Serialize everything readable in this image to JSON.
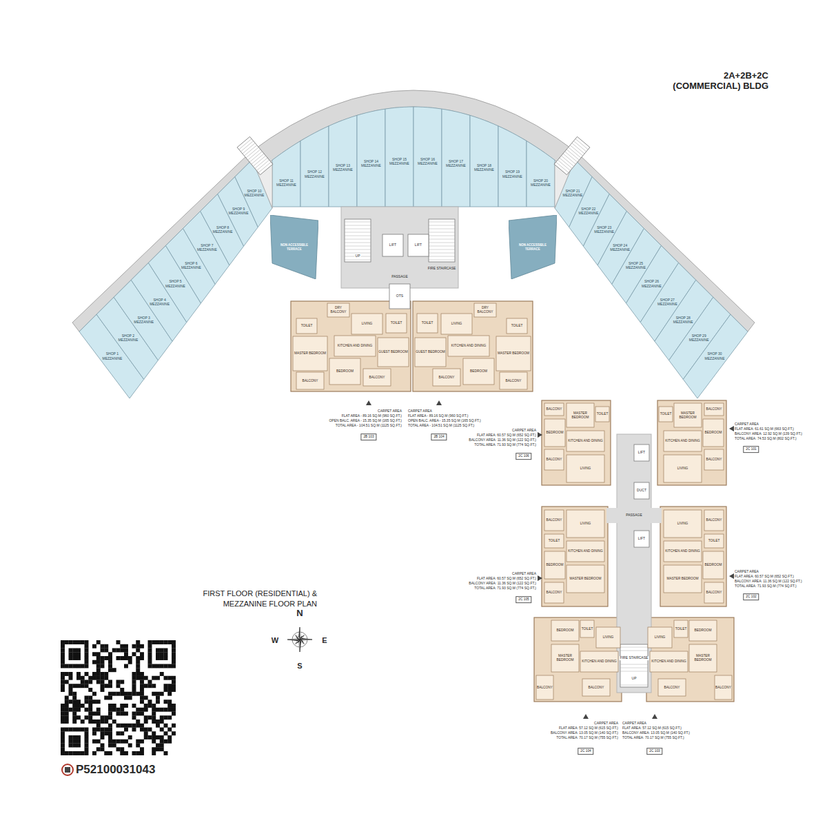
{
  "diagram": {
    "title": "FIRST FLOOR (RESIDENTIAL) & MEZZANINE FLOOR PLAN",
    "nodes": [
      {
        "text": [
          "SHOP 1",
          "MEZZANINE"
        ]
      },
      {
        "text": [
          "SHOP 2",
          "MEZZANINE"
        ]
      },
      {
        "text": [
          "SHOP 3",
          "MEZZANINE"
        ]
      },
      {
        "text": [
          "SHOP 4",
          "MEZZANINE"
        ]
      },
      {
        "text": [
          "SHOP 5",
          "MEZZANINE"
        ]
      },
      {
        "text": [
          "SHOP 6",
          "MEZZANINE"
        ]
      },
      {
        "text": [
          "SHOP 7",
          "MEZZANINE"
        ]
      },
      {
        "text": [
          "SHOP 8",
          "MEZZANINE"
        ]
      },
      {
        "text": [
          "SHOP 9",
          "MEZZANINE"
        ]
      },
      {
        "text": [
          "SHOP 10",
          "MEZZANINE"
        ]
      },
      {
        "text": [
          "SHOP 11",
          "MEZZANINE"
        ]
      },
      {
        "text": [
          "SHOP 12",
          "MEZZANINE"
        ]
      },
      {
        "text": [
          "SHOP 13",
          "MEZZANINE"
        ]
      },
      {
        "text": [
          "SHOP 14",
          "MEZZANINE"
        ]
      },
      {
        "text": [
          "SHOP 15",
          "MEZZANINE"
        ]
      },
      {
        "text": [
          "SHOP 16",
          "MEZZANINE"
        ]
      },
      {
        "text": [
          "SHOP 17",
          "MEZZANINE"
        ]
      },
      {
        "text": [
          "SHOP 18",
          "MEZZANINE"
        ]
      },
      {
        "text": [
          "SHOP 19",
          "MEZZANINE"
        ]
      },
      {
        "text": [
          "SHOP 20",
          "MEZZANINE"
        ]
      },
      {
        "text": [
          "SHOP 21",
          "MEZZANINE"
        ]
      },
      {
        "text": [
          "SHOP 22",
          "MEZZANINE"
        ]
      },
      {
        "text": [
          "SHOP 23",
          "MEZZANINE"
        ]
      },
      {
        "text": [
          "SHOP 24",
          "MEZZANINE"
        ]
      },
      {
        "text": [
          "SHOP 25",
          "MEZZANINE"
        ]
      },
      {
        "text": [
          "SHOP 26",
          "MEZZANINE"
        ]
      },
      {
        "text": [
          "SHOP 27",
          "MEZZANINE"
        ]
      },
      {
        "text": [
          "SHOP 28",
          "MEZZANINE"
        ]
      },
      {
        "text": [
          "SHOP 29",
          "MEZZANINE"
        ]
      },
      {
        "text": [
          "SHOP 30",
          "MEZZANINE"
        ]
      },
      {
        "text": [
          "NON ACCESSIBLE TERRACE"
        ]
      },
      {
        "text": [
          "NON ACCESSIBLE TERRACE"
        ]
      },
      {
        "text": [
          "2B 103"
        ]
      },
      {
        "text": [
          "2B 104"
        ]
      },
      {
        "text": [
          "2C 106"
        ]
      },
      {
        "text": [
          "2C 101"
        ]
      },
      {
        "text": [
          "2C 105"
        ]
      },
      {
        "text": [
          "2C 102"
        ]
      },
      {
        "text": [
          "2C 104"
        ]
      },
      {
        "text": [
          "2C 103"
        ]
      }
    ],
    "labels": [
      "2A+2B+2C (COMMERCIAL) BLDG",
      "P52100031043",
      "N",
      "W",
      "E",
      "S",
      "CARPET AREA",
      "FLAT AREA - 89.16 SQ.M (960 SQ.FT.)",
      "OPEN BALC. AREA - 15.35 SQ.M (165 SQ.FT.)",
      "TOTAL AREA - 104.51 SQ.M (1125 SQ.FT.)",
      "CARPET AREA",
      "FLAT AREA - 89.16 SQ.M (960 SQ.FT.)",
      "OPEN BALC. AREA - 15.35 SQ.M (165 SQ.FT.)",
      "TOTAL AREA - 104.51 SQ.M (1125 SQ.FT.)",
      "CARPET AREA",
      "FLAT AREA: 60.57 SQ.M (652 SQ.FT.)",
      "BALCONY AREA: 11.36 SQ.M (122 SQ.FT.)",
      "TOTAL AREA: 71.93 SQ.M (774 SQ.FT.)",
      "CARPET AREA",
      "FLAT AREA: 61.61 SQ.M (663 SQ.FT.)",
      "BALCONY AREA: 12.92 SQ.M (139 SQ.FT.)",
      "TOTAL AREA: 74.53 SQ.M (802 SQ.FT.)",
      "CARPET AREA",
      "FLAT AREA: 60.57 SQ.M (652 SQ.FT.)",
      "BALCONY AREA: 11.36 SQ.M (122 SQ.FT.)",
      "TOTAL AREA: 71.93 SQ.M (774 SQ.FT.)",
      "CARPET AREA",
      "FLAT AREA: 60.57 SQ.M (652 SQ.FT.)",
      "BALCONY AREA: 11.36 SQ.M (122 SQ.FT.)",
      "TOTAL AREA: 71.93 SQ.M (774 SQ.FT.)",
      "CARPET AREA",
      "FLAT AREA: 57.12 SQ.M (615 SQ.FT.)",
      "BALCONY AREA: 13.05 SQ.M (140 SQ.FT.)",
      "TOTAL AREA: 70.17 SQ.M (755 SQ.FT.)",
      "CARPET AREA",
      "FLAT AREA: 57.12 SQ.M (615 SQ.FT.)",
      "BALCONY AREA: 13.05 SQ.M (140 SQ.FT.)",
      "TOTAL AREA: 70.17 SQ.M (755 SQ.FT.)",
      "PASSAGE",
      "LIFT",
      "LIFT",
      "UP",
      "FIRE STAIRCASE",
      "OTS",
      "LIFT",
      "DUCT",
      "PASSAGE",
      "LIFT",
      "FIRE STAIRCASE",
      "UP",
      "MASTER BEDROOM",
      "BEDROOM",
      "LIVING",
      "KITCHEN AND DINING",
      "GUEST BEDROOM",
      "TOILET",
      "TOILET",
      "DRY BALCONY",
      "BALCONY",
      "BALCONY",
      "MASTER BEDROOM",
      "BEDROOM",
      "LIVING",
      "KITCHEN AND DINING",
      "GUEST BEDROOM",
      "TOILET",
      "TOILET",
      "DRY BALCONY",
      "BALCONY",
      "BALCONY",
      "BALCONY",
      "MASTER BEDROOM",
      "TOILET",
      "BEDROOM",
      "KITCHEN AND DINING",
      "BALCONY",
      "LIVING",
      "BALCONY",
      "MASTER BEDROOM",
      "TOILET",
      "BEDROOM",
      "KITCHEN AND DINING",
      "BALCONY",
      "LIVING",
      "BALCONY",
      "LIVING",
      "TOILET",
      "KITCHEN AND DINING",
      "BEDROOM",
      "MASTER BEDROOM",
      "BALCONY",
      "BALCONY",
      "LIVING",
      "TOILET",
      "KITCHEN AND DINING",
      "BEDROOM",
      "MASTER BEDROOM",
      "BALCONY",
      "BEDROOM",
      "TOILET",
      "LIVING",
      "KITCHEN AND DINING",
      "MASTER BEDROOM",
      "BALCONY",
      "BALCONY",
      "BEDROOM",
      "TOILET",
      "LIVING",
      "KITCHEN AND DINING",
      "MASTER BEDROOM",
      "BALCONY",
      "BALCONY"
    ]
  }
}
